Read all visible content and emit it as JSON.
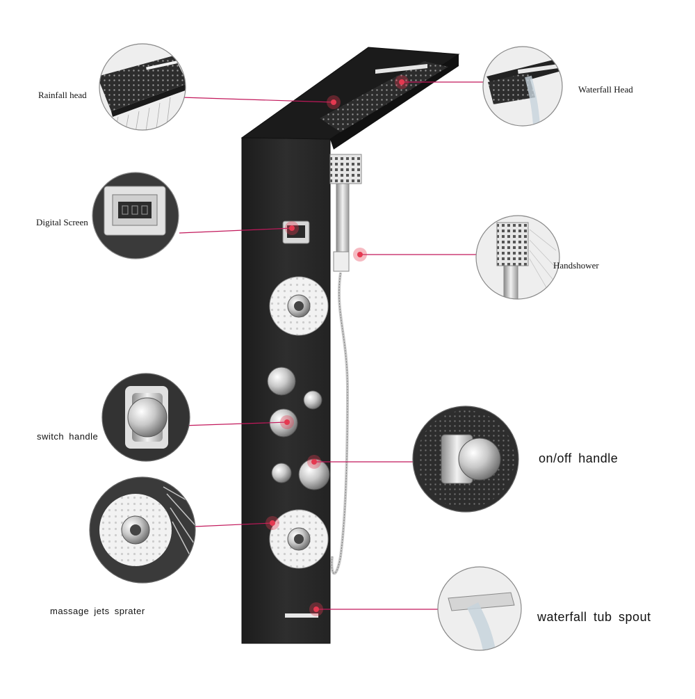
{
  "callouts": {
    "rainfall_head": "Rainfall head",
    "waterfall_head": "Waterfall Head",
    "digital_screen": "Digital Screen",
    "handshower": "Handshower",
    "switch_handle": "switch  handle",
    "on_off_handle": "on/off  handle",
    "massage_jets": "massage  jets  sprater",
    "tub_spout": "waterfall  tub  spout"
  },
  "colors": {
    "panel": "#2b2b2b",
    "panel_edge": "#1a1a1a",
    "chrome": "#d9d9d9",
    "leader_line": "#c2185b",
    "marker": "#e53950"
  }
}
